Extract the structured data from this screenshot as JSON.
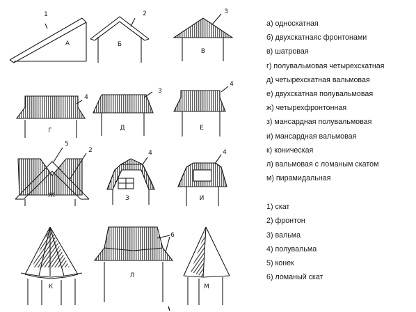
{
  "figure": {
    "roof_letters": [
      "А",
      "Б",
      "В",
      "Г",
      "Д",
      "Е",
      "Ж",
      "З",
      "И",
      "К",
      "Л",
      "М"
    ],
    "callouts": {
      "a": "1",
      "b": "2",
      "v": "3",
      "g": "4",
      "d": "3",
      "e": "4",
      "zh_left": "5",
      "zh_right": "2",
      "z": "4",
      "i": "4",
      "l": "6"
    }
  },
  "legend": {
    "types": [
      "а) односкатная",
      "б) двухскатнаяс фронтонами",
      "в) шатровая",
      "г) полувальмовая четырехскатная",
      "д) четырехскатная вальмовая",
      "е) двухскатная полувальмовая",
      "ж) четырехфронтонная",
      "з) мансардная полувальмовая",
      "и) мансардная вальмовая",
      "к) коническая",
      "л) вальмовая с ломаным скатом",
      "м) пирамидальная"
    ],
    "parts": [
      "1) скат",
      "2) фронтон",
      "3) вальма",
      "4) полувальма",
      "5) конек",
      "6) ломаный скат"
    ]
  }
}
